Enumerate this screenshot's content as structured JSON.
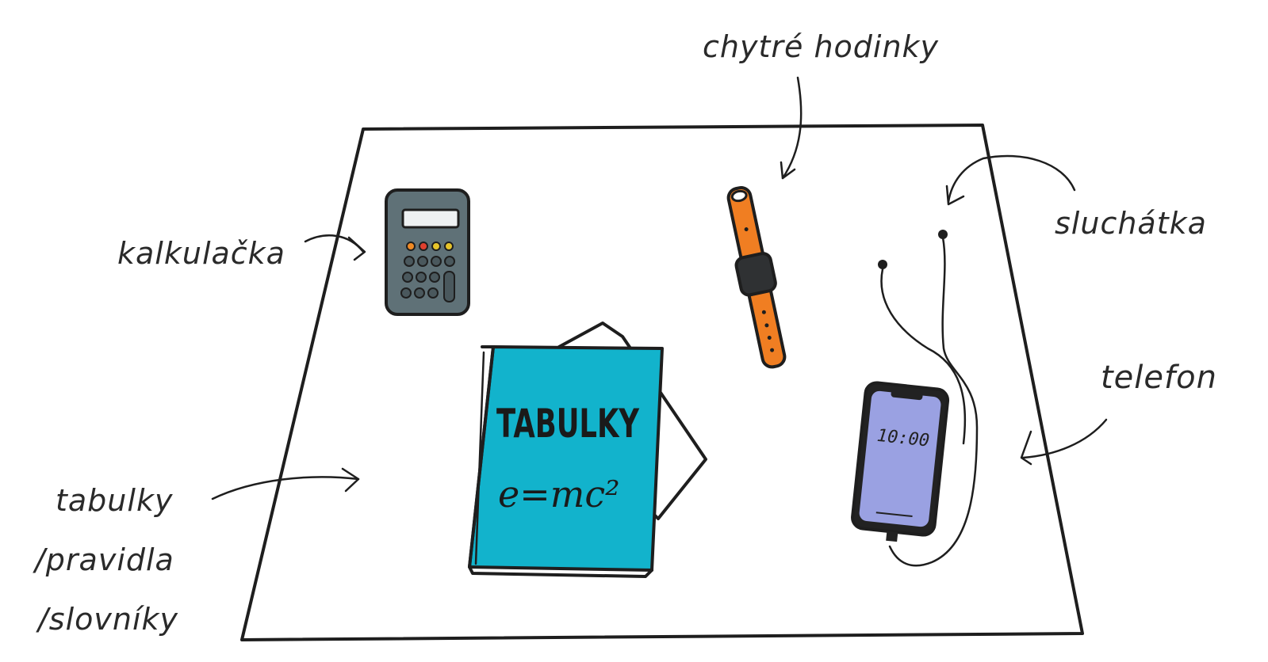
{
  "labels": {
    "smartwatch": "chytré hodinky",
    "calculator": "kalkulačka",
    "headphones": "sluchátka",
    "phone": "telefon",
    "tables_line1": "tabulky",
    "tables_line2": "/pravidla",
    "tables_line3": "/slovníky"
  },
  "book": {
    "title": "TABULKY",
    "formula": "e=mc²"
  },
  "phone": {
    "time": "10:00"
  },
  "colors": {
    "book_cover": "#12b3cc",
    "calculator_body": "#5f7177",
    "calculator_screen": "#eef1f2",
    "watch_strap": "#f07e22",
    "watch_face": "#2f3133",
    "phone_screen": "#9aa1e2",
    "ink": "#1e1e1e",
    "button_red": "#e0402f",
    "button_orange": "#f08a24",
    "button_yellow": "#e6c42a",
    "button_dark": "#4a585d"
  }
}
